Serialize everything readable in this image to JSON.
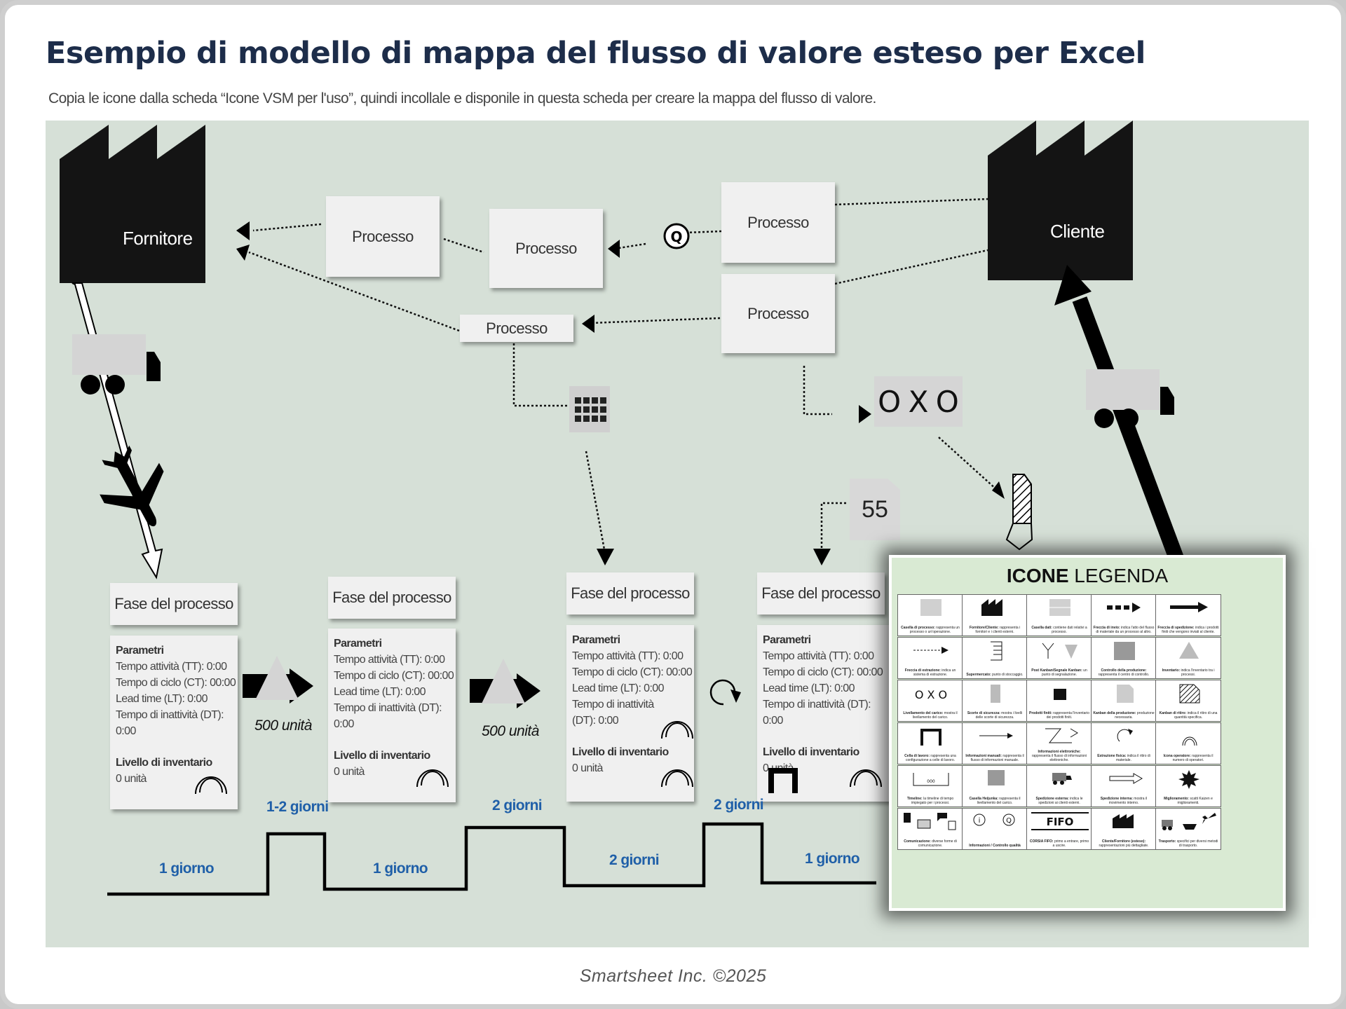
{
  "title": "Esempio di modello di mappa del flusso di valore esteso per Excel",
  "subtitle": "Copia le icone dalla scheda “Icone VSM per l'uso”, quindi incollale e disponile in questa scheda per creare la mappa del flusso di valore.",
  "supplier_label": "Fornitore",
  "customer_label": "Cliente",
  "info_process_boxes": [
    {
      "label": "Processo"
    },
    {
      "label": "Processo"
    },
    {
      "label": "Processo"
    },
    {
      "label": "Processo"
    },
    {
      "label": "Processo"
    }
  ],
  "quality_icon_letter": "Q",
  "load_leveling": [
    "O",
    "X",
    "O"
  ],
  "inventory_note": "55",
  "process_steps": [
    {
      "header": "Fase del processo",
      "params_title": "Parametri",
      "params": [
        "Tempo attività (TT): 0:00",
        "Tempo di ciclo (CT): 00:00",
        "Lead time (LT): 0:00",
        "Tempo di inattività (DT): 0:00"
      ],
      "inventory_title": "Livello di inventario",
      "inventory_value": "0 unità"
    },
    {
      "header": "Fase del processo",
      "params_title": "Parametri",
      "params": [
        "Tempo attività (TT): 0:00",
        "Tempo di ciclo (CT): 00:00",
        "Lead time (LT): 0:00",
        "Tempo di inattività (DT): 0:00"
      ],
      "inventory_title": "Livello di inventario",
      "inventory_value": "0 unità"
    },
    {
      "header": "Fase del processo",
      "params_title": "Parametri",
      "params": [
        "Tempo attività (TT): 0:00",
        "Tempo di ciclo (CT): 00:00",
        "Lead time (LT): 0:00",
        "Tempo di inattività",
        "(DT): 0:00"
      ],
      "inventory_title": "Livello di inventario",
      "inventory_value": "0 unità"
    },
    {
      "header": "Fase del processo",
      "params_title": "Parametri",
      "params": [
        "Tempo attività (TT): 0:00",
        "Tempo di ciclo (CT): 00:00",
        "Lead time (LT): 0:00",
        "Tempo di inattività (DT): 0:00"
      ],
      "inventory_title": "Livello di inventario",
      "inventory_value": "0 unità"
    }
  ],
  "inventory_between": [
    "500 unità",
    "500 unità"
  ],
  "timeline": {
    "wait_labels": [
      "1-2 giorni",
      "2 giorni",
      "2 giorni"
    ],
    "process_labels": [
      "1 giorno",
      "1 giorno",
      "2 giorni",
      "1 giorno"
    ]
  },
  "legend": {
    "title_bold": "ICONE",
    "title_rest": " LEGENDA",
    "items": [
      {
        "icon": "process-box-icon",
        "caption_bold": "Casella di processo:",
        "caption": " rappresenta un processo o un'operazione."
      },
      {
        "icon": "factory-icon",
        "caption_bold": "Fornitore/Cliente:",
        "caption": " rappresenta i fornitori e i clienti esterni."
      },
      {
        "icon": "data-box-icon",
        "caption_bold": "Casella dati:",
        "caption": " contiene dati relativi a processo."
      },
      {
        "icon": "push-arrow-icon",
        "caption_bold": "Freccia di invio:",
        "caption": " indica l'atto del flusso di materiale da un processo al altro."
      },
      {
        "icon": "shipment-arrow-icon",
        "caption_bold": "Freccia di spedizione:",
        "caption": " indica i prodotti finiti che vengono inviati al cliente."
      },
      {
        "icon": "pull-arrow-icon",
        "caption_bold": "Freccia di estrazione:",
        "caption": " indica un sistema di estrazione."
      },
      {
        "icon": "supermarket-icon",
        "caption_bold": "Supermercato:",
        "caption": " punto di stoccaggio."
      },
      {
        "icon": "kanban-post-icon",
        "caption_bold": "Post Kanban/Segnale Kanban:",
        "caption": " un punto di segnalazione."
      },
      {
        "icon": "production-control-icon",
        "caption_bold": "Controllo della produzione:",
        "caption": " rappresenta il centro di controllo."
      },
      {
        "icon": "inventory-icon",
        "caption_bold": "Inventario:",
        "caption": " indica l'inventario tra i processi."
      },
      {
        "icon": "load-leveling-icon",
        "caption_bold": "Livellamento del carico:",
        "caption": " mostra il livellamento del carico."
      },
      {
        "icon": "safety-stock-icon",
        "caption_bold": "Scorte di sicurezza:",
        "caption": " mostra i livelli delle scorte di sicurezza."
      },
      {
        "icon": "finished-goods-icon",
        "caption_bold": "Prodotti finiti:",
        "caption": " rappresenta l'inventario dei prodotti finiti."
      },
      {
        "icon": "production-kanban-icon",
        "caption_bold": "Kanban della produzione:",
        "caption": " produzione necessaria."
      },
      {
        "icon": "withdrawal-kanban-icon",
        "caption_bold": "Kanban di ritiro:",
        "caption": " indica il ritiro di una quantità specifica."
      },
      {
        "icon": "work-cell-icon",
        "caption_bold": "Cella di lavoro:",
        "caption": " rappresenta una configurazione a celle di lavoro."
      },
      {
        "icon": "manual-info-icon",
        "caption_bold": "Informazioni manuali:",
        "caption": " rappresenta il flusso di informazioni manuale."
      },
      {
        "icon": "electronic-info-icon",
        "caption_bold": "Informazioni elettroniche:",
        "caption": " rappresenta il flusso di informazioni elettroniche."
      },
      {
        "icon": "physical-pull-icon",
        "caption_bold": "Estrazione fisica:",
        "caption": " indica il ritiro di materiale."
      },
      {
        "icon": "operator-icon",
        "caption_bold": "Icona operatore:",
        "caption": " rappresenta il numero di operatori."
      },
      {
        "icon": "timeline-icon",
        "caption_bold": "Timeline:",
        "caption": " la timeline di tempo impiegato per i processi."
      },
      {
        "icon": "heijunka-icon",
        "caption_bold": "Casella Heijunka:",
        "caption": " rappresenta il livellamento del carico."
      },
      {
        "icon": "external-shipment-icon",
        "caption_bold": "Spedizione esterna:",
        "caption": " indica le spedizioni ai clienti esterni."
      },
      {
        "icon": "internal-shipment-icon",
        "caption_bold": "Spedizione interna:",
        "caption": " mostra il movimento interno."
      },
      {
        "icon": "kaizen-burst-icon",
        "caption_bold": "Miglioramento:",
        "caption": " scatti Kaizen e miglioramenti."
      },
      {
        "icon": "communication-icon",
        "caption_bold": "Comunicazione:",
        "caption": " diverse forme di comunicazione."
      },
      {
        "icon": "info-quality-icon",
        "caption_bold": "Informazioni / Controllo qualità",
        "caption": ""
      },
      {
        "icon": "fifo-icon",
        "caption_bold": "CORSIA FIFO:",
        "caption": " primo a entrare, primo a uscire."
      },
      {
        "icon": "factory-detailed-icon",
        "caption_bold": "Cliente/Fornitore (esteso):",
        "caption": " rappresentazioni più dettagliate."
      },
      {
        "icon": "transport-icon",
        "caption_bold": "Trasporto:",
        "caption": " specifici per diversi metodi di trasporto."
      }
    ],
    "fifo_text": "FIFO",
    "info_letter": "i",
    "quality_letter": "Q",
    "timeline_value": "000"
  },
  "footer": "Smartsheet Inc. ©2025"
}
